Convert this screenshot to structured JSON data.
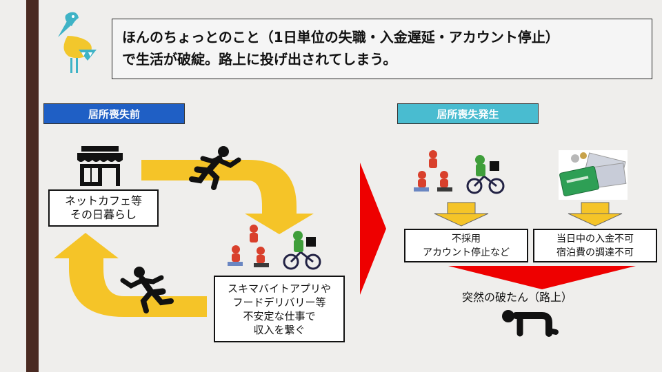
{
  "title": {
    "line1": "ほんのちょっとのこと（1日単位の失職・入金遅延・アカウント停止）",
    "line2": "で生活が破綻。路上に投げ出されてしまう。"
  },
  "sections": {
    "before": "居所喪失前",
    "after": "居所喪失発生"
  },
  "cycle": {
    "netcafe": [
      "ネットカフェ等",
      "その日暮らし"
    ],
    "jobs": [
      "スキマバイトアプリや",
      "フードデリバリー等",
      "不安定な仕事で",
      "収入を繋ぐ"
    ]
  },
  "outcome": {
    "reject": [
      "不採用",
      "アカウント停止など"
    ],
    "money": [
      "当日中の入金不可",
      "宿泊費の調達不可"
    ],
    "sudden": "突然の破たん（路上）"
  },
  "colors": {
    "loop_arrow": "#f5c428",
    "big_arrow": "#ee0000",
    "down_arrow": "#f5c428",
    "section_before": "#1f5fc5",
    "section_after": "#49bcd0"
  },
  "icons": [
    "logo-bird-icon",
    "shop-icon",
    "running-person-icon",
    "workers-icon",
    "delivery-cyclist-icon",
    "cash-card-icon",
    "collapsed-person-icon"
  ]
}
